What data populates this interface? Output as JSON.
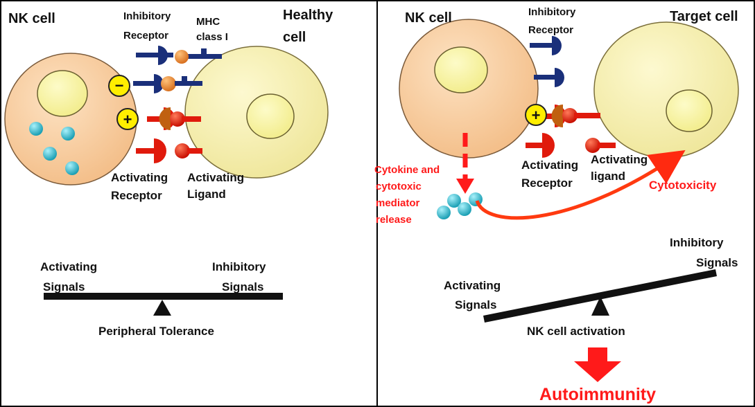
{
  "left_panel": {
    "nk_cell": "NK cell",
    "healthy_cell": [
      "Healthy",
      "cell"
    ],
    "inhibitory_receptor": [
      "Inhibitory",
      "Receptor"
    ],
    "mhc": [
      "MHC",
      "class I"
    ],
    "minus_sign": "−",
    "plus_sign": "+",
    "activating_receptor": [
      "Activating",
      "Receptor"
    ],
    "activating_ligand": [
      "Activating",
      "Ligand"
    ],
    "balance": {
      "left_label": [
        "Activating",
        "Signals"
      ],
      "right_label": [
        "Inhibitory",
        "Signals"
      ],
      "caption": "Peripheral Tolerance"
    }
  },
  "right_panel": {
    "nk_cell": "NK cell",
    "target_cell": "Target cell",
    "inhibitory_receptor": [
      "Inhibitory",
      "Receptor"
    ],
    "plus_sign": "+",
    "cytokine_release": [
      "Cytokine and",
      "cytotoxic",
      "mediator",
      "release"
    ],
    "activating_receptor": [
      "Activating",
      "Receptor"
    ],
    "activating_ligand": [
      "Activating",
      "ligand"
    ],
    "cytotoxicity": "Cytotoxicity",
    "balance": {
      "left_label": [
        "Activating",
        "Signals"
      ],
      "right_label": [
        "Inhibitory",
        "Signals"
      ],
      "caption": "NK cell activation"
    },
    "outcome": "Autoimmunity"
  },
  "colors": {
    "nk_cell_fill": "#f9d0a4",
    "healthy_cell_fill": "#f8f3b4",
    "nucleus_fill": "#faf6a0",
    "inhibitory_receptor": "#1a2f7a",
    "activating_receptor": "#e01a0c",
    "mhc_ball": "#e98a3a",
    "granule": "#3cc6d8",
    "sign_fill": "#ffee00",
    "accent_red": "#ff1a1a"
  }
}
